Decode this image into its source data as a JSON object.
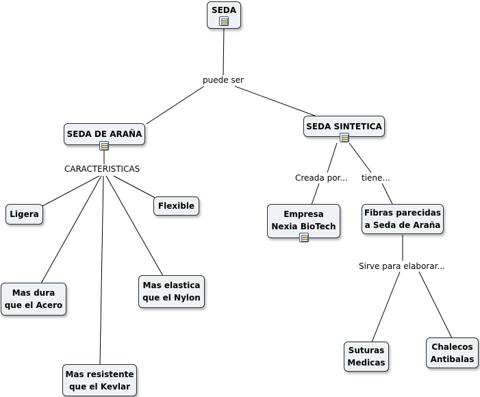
{
  "concept_map": {
    "nodes": {
      "seda": "SEDA",
      "seda_arana": "SEDA DE ARAÑA",
      "seda_sintetica": "SEDA SINTETICA",
      "ligera": "Ligera",
      "flexible": "Flexible",
      "mas_dura": "Mas dura\nque el Acero",
      "mas_elastica": "Mas elastica\nque el Nylon",
      "mas_resistente": "Mas resistente\nque el Kevlar",
      "empresa": "Empresa\nNexia BioTech",
      "fibras": "Fibras parecidas\na Seda de Araña",
      "suturas": "Suturas\nMedicas",
      "chalecos": "Chalecos\nAntibalas"
    },
    "links": {
      "puede_ser": "puede ser",
      "caracteristicas": "CARACTERISTICAS",
      "creada_por": "Creada por...",
      "tiene": "tiene...",
      "sirve_para": "Sirve para elaborar..."
    },
    "icons": {
      "resource": "document-icon"
    }
  }
}
